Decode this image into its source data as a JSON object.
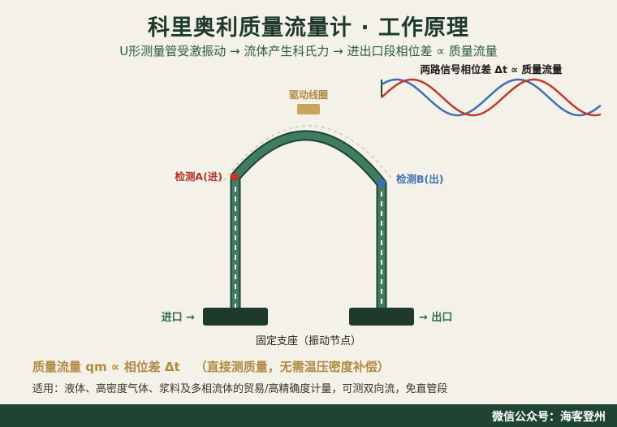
{
  "title": "科里奥利质量流量计 · 工作原理",
  "subtitle": "U形测量管受激振动 → 流体产生科氏力 → 进出口段相位差 ∝ 质量流量",
  "wave_caption": "两路信号相位差 Δt ∝ 质量流量",
  "labels": {
    "driver": "驱动线圈",
    "sensor_a": "检测A(进)",
    "sensor_b": "检测B(出)",
    "inlet": "进口 →",
    "outlet": "→ 出口",
    "support": "固定支座（振动节点）"
  },
  "footer": {
    "formula": "质量流量 qm ∝ 相位差 Δt",
    "note": "（直接测质量，无需温压密度补偿）",
    "application": "适用：液体、高密度气体、浆料及多相流体的贸易/高精确度计量，可测双向流，免直管段",
    "watermark": "微信公众号：海客登州"
  },
  "colors": {
    "tube": "#3f7d62",
    "tube_dark": "#1f4433",
    "driver": "#c9a360",
    "sensor_a": "#c0392b",
    "sensor_b": "#3f6fb5",
    "wave_red": "#c0392b",
    "wave_blue": "#3f6fb5",
    "support": "#1f3a2d"
  }
}
